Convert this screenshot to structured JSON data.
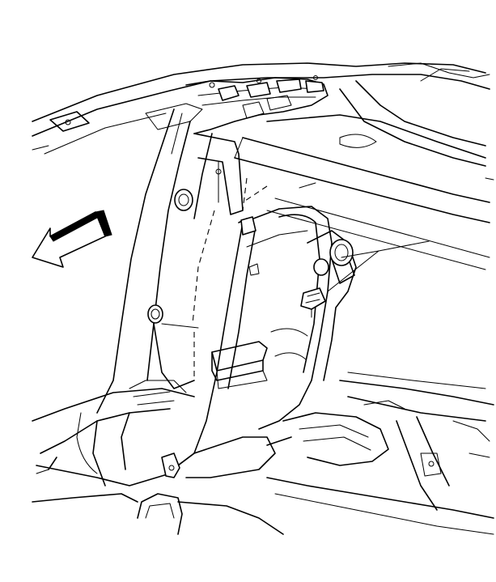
{
  "diagram": {
    "labels": [],
    "callouts": [
      {
        "id": "callout-upper-right",
        "target": "trim-panel-retainer"
      },
      {
        "id": "callout-left",
        "target": "pillar-grommet"
      }
    ],
    "direction_arrow": {
      "meaning": "forward",
      "icon": "arrow-forward-icon"
    },
    "colors": {
      "line": "#000000",
      "background": "#ffffff"
    }
  }
}
